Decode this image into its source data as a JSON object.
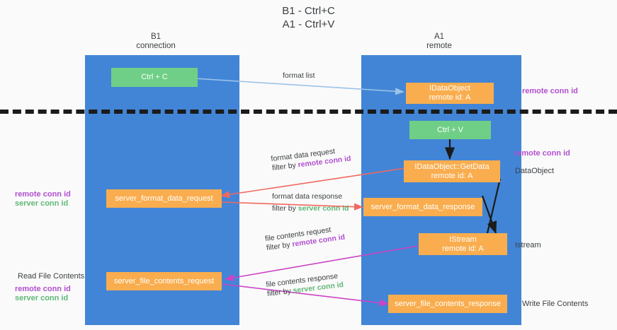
{
  "title": "B1 - Ctrl+C\nA1 - Ctrl+V",
  "lanes": [
    {
      "name": "lane-b1",
      "header": "B1\nconnection"
    },
    {
      "name": "lane-a1",
      "header": "A1\nremote"
    }
  ],
  "boxes": {
    "ctrl_c": "Ctrl + C",
    "ctrl_v": "Ctrl + V",
    "idataobject": "IDataObject\nremote id: A",
    "idataobject_getdata": "IDataObject::GetData\nremote id: A",
    "istream": "IStream\nremote id: A",
    "server_format_data_request": "server_format_data_request",
    "server_format_data_response": "server_format_data_response",
    "server_file_contents_request": "server_file_contents_request",
    "server_file_contents_response": "server_file_contents_response"
  },
  "edge_labels": {
    "format_list": "format list",
    "format_data_request": "format data request",
    "format_data_request_filter_pre": "filter by ",
    "format_data_request_filter_key": "remote conn id",
    "format_data_response": "format data response",
    "format_data_response_filter_pre": "filter by ",
    "format_data_response_filter_key": "server conn id",
    "file_contents_request": "file contents request",
    "file_contents_request_filter_pre": "filter by ",
    "file_contents_request_filter_key": "remote conn id",
    "file_contents_response": "file contents response",
    "file_contents_response_filter_pre": "filter by ",
    "file_contents_response_filter_key": "server conn id"
  },
  "annotations": {
    "right_remote_conn_id_top": "remote conn id",
    "right_remote_conn_id_mid": "remote conn id",
    "right_dataobject": "DataObject",
    "right_istream": "Istream",
    "right_write_file_contents": "Write File Contents",
    "left_remote_conn_id": "remote conn id",
    "left_server_conn_id": "server conn id",
    "left_read_file_contents": "Read File Contents",
    "left_remote_conn_id_2": "remote conn id",
    "left_server_conn_id_2": "server conn id"
  },
  "colors": {
    "lane": "#4285d6",
    "green_box": "#6fcf86",
    "orange_box": "#f9ad4e",
    "purple_key": "#b24fd0",
    "green_key": "#5fb877",
    "arrow_blue": "#9cc3e8",
    "arrow_red": "#f1685e",
    "arrow_magenta": "#cc44c4",
    "arrow_black": "#1b1b1b",
    "background": "#fafafa",
    "text": "#3c4043"
  }
}
